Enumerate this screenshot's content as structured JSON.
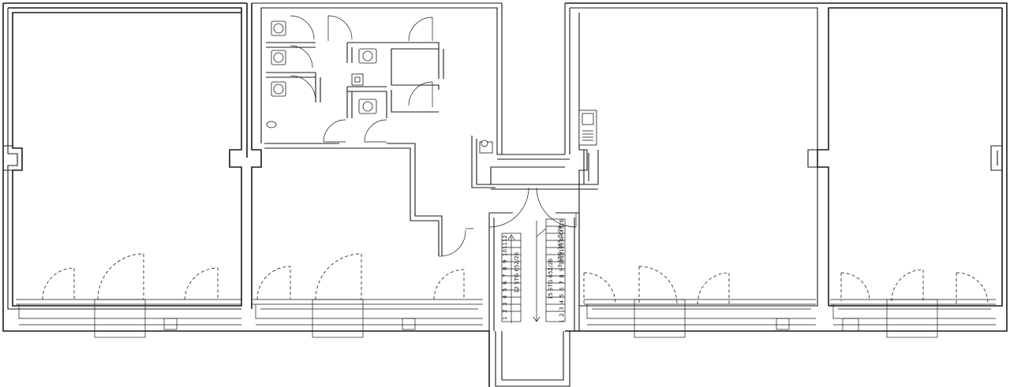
{
  "stair_left": {
    "steps": [
      "1",
      "2",
      "3",
      "4",
      "5",
      "6",
      "7",
      "8",
      "9",
      "10",
      "11",
      "12"
    ],
    "formula": "12 STG 652/26"
  },
  "stair_right": {
    "steps": [
      "1",
      "2",
      "3",
      "4",
      "5",
      "6",
      "7",
      "8",
      "9",
      "10",
      "11",
      "12",
      "13",
      "14",
      "15",
      "16"
    ],
    "formula_upper": "3 STG 165,5/26",
    "formula_lower": "15 STG 652/26"
  }
}
